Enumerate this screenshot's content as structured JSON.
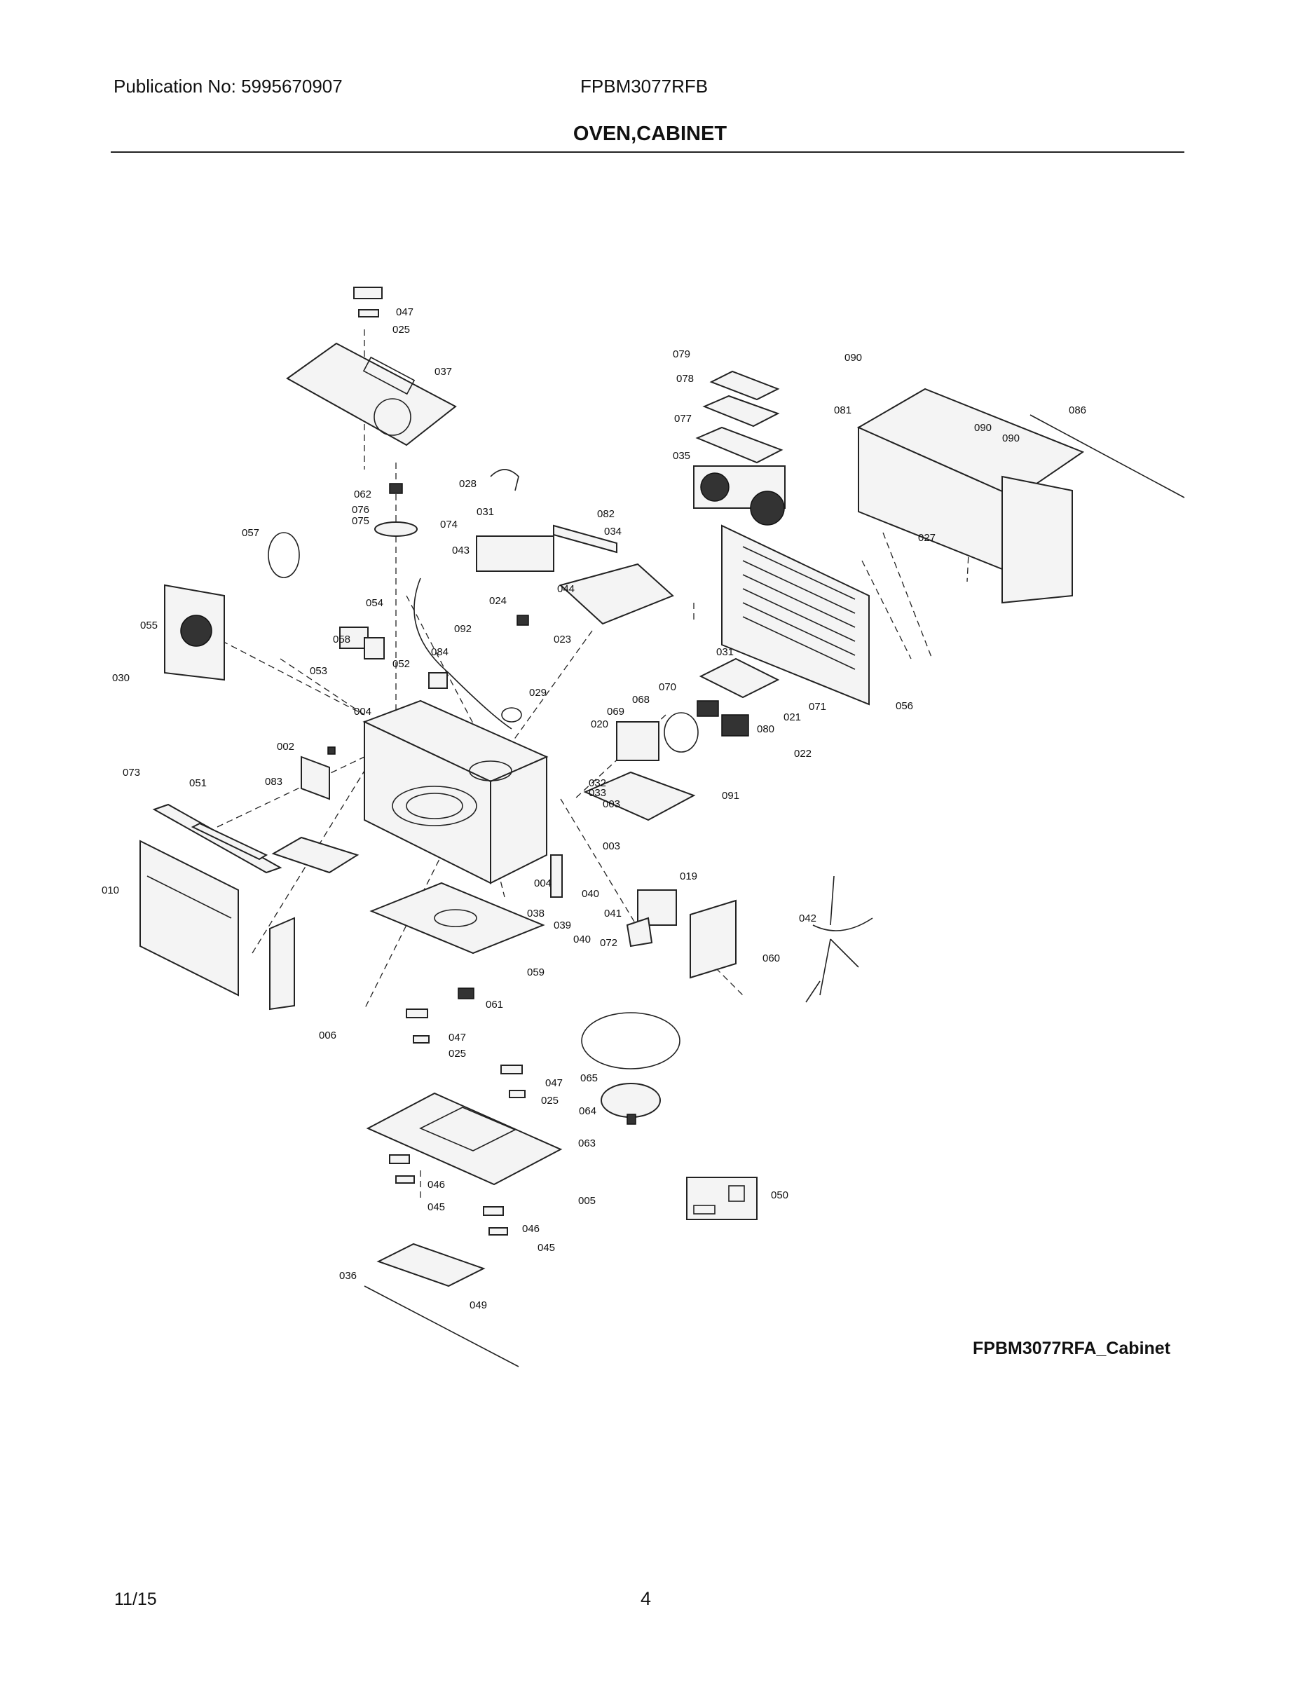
{
  "header": {
    "publication": "Publication No: 5995670907",
    "model": "FPBM3077RFB",
    "title": "OVEN,CABINET"
  },
  "diagram": {
    "name": "FPBM3077RFA_Cabinet",
    "callouts": [
      "047",
      "025",
      "037",
      "079",
      "090",
      "078",
      "086",
      "077",
      "081",
      "090",
      "090",
      "035",
      "062",
      "028",
      "076",
      "075",
      "074",
      "031",
      "082",
      "034",
      "057",
      "043",
      "027",
      "044",
      "024",
      "054",
      "055",
      "058",
      "023",
      "092",
      "030",
      "053",
      "052",
      "084",
      "031",
      "056",
      "070",
      "029",
      "068",
      "071",
      "004",
      "069",
      "020",
      "021",
      "080",
      "003",
      "022",
      "002",
      "032",
      "033",
      "073",
      "051",
      "083",
      "091",
      "003",
      "010",
      "004",
      "040",
      "019",
      "038",
      "041",
      "042",
      "039",
      "040",
      "072",
      "060",
      "059",
      "061",
      "006",
      "047",
      "025",
      "047",
      "025",
      "065",
      "064",
      "063",
      "046",
      "050",
      "045",
      "005",
      "046",
      "045",
      "036",
      "049"
    ]
  },
  "footer": {
    "date": "11/15",
    "page": "4"
  }
}
